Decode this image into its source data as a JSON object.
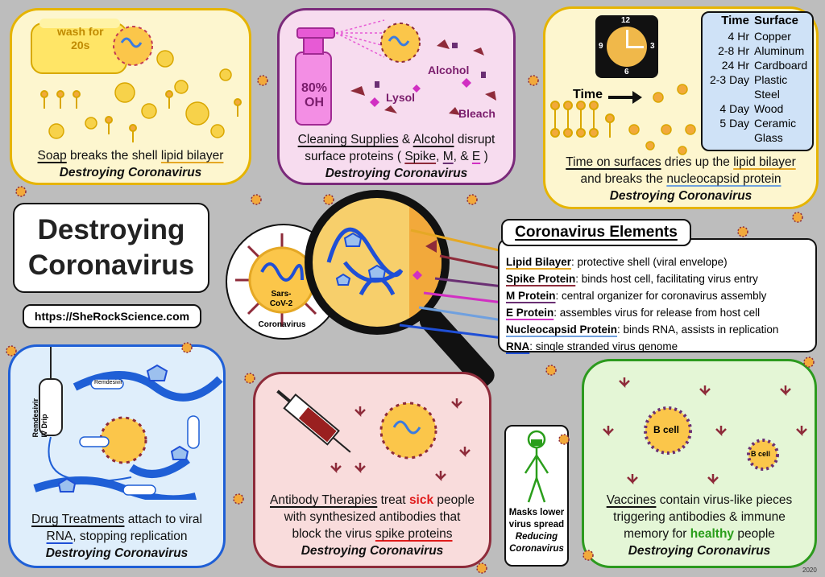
{
  "soap": {
    "tag": "wash for",
    "tag2": "20s",
    "cap_a": "Soap",
    "cap_b": " breaks the shell ",
    "cap_c": "lipid bilayer",
    "cap_d": "Destroying Coronavirus"
  },
  "cleaning": {
    "bottle_label_1": "80%",
    "bottle_label_2": "OH",
    "lbl_alcohol": "Alcohol",
    "lbl_lysol": "Lysol",
    "lbl_bleach": "Bleach",
    "cap_a": "Cleaning Supplies",
    "cap_b": " & ",
    "cap_c": "Alcohol",
    "cap_d": " disrupt",
    "cap_e": "surface proteins ( ",
    "cap_spike": "Spike",
    "cap_comma": ", ",
    "cap_m": "M",
    "cap_amp": ", & ",
    "cap_ee": "E",
    "cap_end": " )",
    "cap_f": "Destroying Coronavirus"
  },
  "time": {
    "clock_12": "12",
    "clock_3": "3",
    "clock_6": "6",
    "clock_9": "9",
    "arrow_label": "Time",
    "table_h1": "Time",
    "table_h2": "Surface",
    "rows": [
      {
        "t": "4 Hr",
        "s": "Copper"
      },
      {
        "t": "2-8 Hr",
        "s": "Aluminum"
      },
      {
        "t": "24 Hr",
        "s": "Cardboard"
      },
      {
        "t": "2-3 Day",
        "s": "Plastic"
      },
      {
        "t": "",
        "s": "Steel"
      },
      {
        "t": "4 Day",
        "s": "Wood"
      },
      {
        "t": "5 Day",
        "s": "Ceramic"
      },
      {
        "t": "",
        "s": "Glass"
      }
    ],
    "cap_a": "Time on surfaces",
    "cap_b": " dries up the ",
    "cap_c": "lipid bilayer",
    "cap_d": "and breaks the ",
    "cap_e": "nucleocapsid protein",
    "cap_f": "Destroying Coronavirus"
  },
  "title": {
    "line1": "Destroying",
    "line2": "Coronavirus"
  },
  "url": "https://SheRockScience.com",
  "virus": {
    "label1": "Sars-",
    "label2": "CoV-2",
    "caption": "Coronavirus"
  },
  "elements": {
    "heading": "Coronavirus Elements",
    "items": [
      {
        "name": "Lipid Bilayer",
        "desc": ": protective shell (viral envelope)",
        "color": "#e5a825"
      },
      {
        "name": "Spike Protein",
        "desc": ": binds host cell, facilitating virus entry",
        "color": "#8e2b3a"
      },
      {
        "name": "M Protein",
        "desc": ": central organizer for coronavirus assembly",
        "color": "#6a2f73"
      },
      {
        "name": "E Protein",
        "desc": ": assembles virus for release from host cell",
        "color": "#d12fc2"
      },
      {
        "name": "Nucleocapsid Protein",
        "desc": ": binds RNA, assists in replication",
        "color": "#6fa0df"
      },
      {
        "name": "RNA",
        "desc": ": single stranded virus genome",
        "color": "#1f4fd6"
      }
    ]
  },
  "drug": {
    "iv_1": "Remdesivir",
    "iv_2": "IV Drip",
    "pill": "Remdesivir",
    "cap_a": "Drug Treatments",
    "cap_b": " attach to viral",
    "cap_c": "RNA",
    "cap_d": ", stopping replication",
    "cap_e": "Destroying Coronavirus"
  },
  "antibody": {
    "cap_a": "Antibody Therapies",
    "cap_b": " treat ",
    "cap_sick": "sick",
    "cap_c": " people",
    "cap_d": "with synthesized antibodies that",
    "cap_e": "block the virus ",
    "cap_f": "spike proteins",
    "cap_g": "Destroying Coronavirus"
  },
  "mask": {
    "l1": "Masks lower",
    "l2": "virus spread",
    "l3": "Reducing",
    "l4": "Coronavirus"
  },
  "vaccine": {
    "bcell": "B cell",
    "bcell2": "B cell",
    "cap_a": "Vaccines",
    "cap_b": " contain virus-like pieces",
    "cap_c": "triggering antibodies & immune",
    "cap_d": "memory for ",
    "cap_healthy": "healthy",
    "cap_e": " people",
    "cap_f": "Destroying Coronavirus"
  },
  "year": "2020",
  "colors": {
    "soap_bg": "#fdf6cf",
    "soap_border": "#e6b400",
    "clean_bg": "#f7dcef",
    "clean_border": "#7a2a7a",
    "time_bg": "#fdf6cf",
    "time_border": "#e6b400",
    "drug_bg": "#dfeefb",
    "drug_border": "#1f5fd6",
    "anti_bg": "#f9dcdc",
    "anti_border": "#8e2b3a",
    "vac_bg": "#e4f6d6",
    "vac_border": "#2c9a1e",
    "sick": "#e01b1b",
    "healthy": "#2a9e1b"
  }
}
